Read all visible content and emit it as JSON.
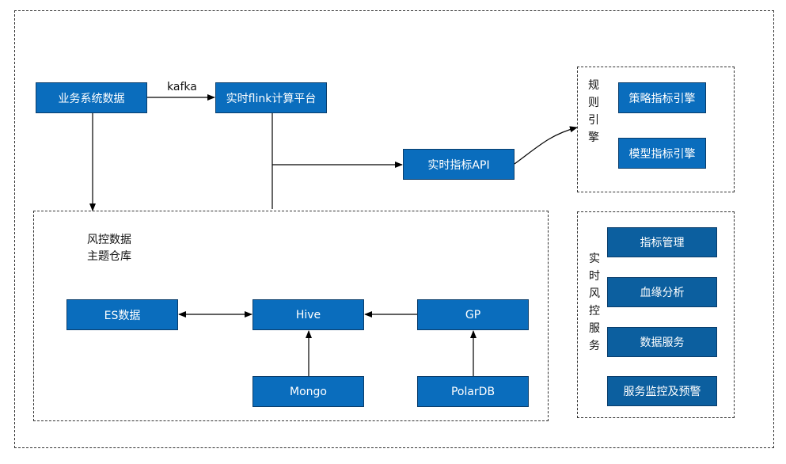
{
  "diagram": {
    "nodes": {
      "biz_data": "业务系统数据",
      "flink": "实时flink计算平台",
      "metric_api": "实时指标API",
      "strategy_engine": "策略指标引擎",
      "model_engine": "模型指标引擎",
      "es_data": "ES数据",
      "hive": "Hive",
      "gp": "GP",
      "mongo": "Mongo",
      "polardb": "PolarDB",
      "metric_mgmt": "指标管理",
      "lineage": "血缘分析",
      "data_service": "数据服务",
      "monitor_alert": "服务监控及预警"
    },
    "edge_labels": {
      "kafka": "kafka"
    },
    "groups": {
      "rule_engine": "规则引擎",
      "warehouse_line1": "风控数据",
      "warehouse_line2": "主题仓库",
      "realtime_service": "实时风控服务"
    }
  }
}
